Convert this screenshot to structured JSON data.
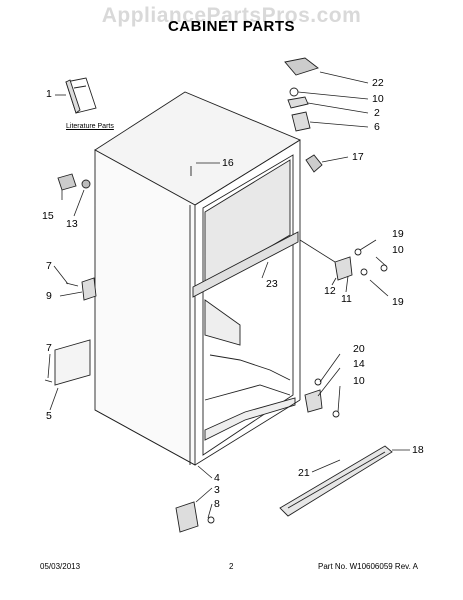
{
  "watermark": "AppliancePartsPros.com",
  "title": "CABINET PARTS",
  "literature_label": "Literature Parts",
  "callouts": {
    "c1": "1",
    "c22": "22",
    "c10a": "10",
    "c2": "2",
    "c6": "6",
    "c16": "16",
    "c17": "17",
    "c15": "15",
    "c13": "13",
    "c19a": "19",
    "c10b": "10",
    "c7a": "7",
    "c9": "9",
    "c23": "23",
    "c12": "12",
    "c11": "11",
    "c19b": "19",
    "c7b": "7",
    "c5": "5",
    "c20": "20",
    "c14": "14",
    "c10c": "10",
    "c18": "18",
    "c21": "21",
    "c4": "4",
    "c3": "3",
    "c8": "8"
  },
  "footer": {
    "date": "05/03/2013",
    "page": "2",
    "part_no": "Part No. W10606059  Rev. A"
  }
}
